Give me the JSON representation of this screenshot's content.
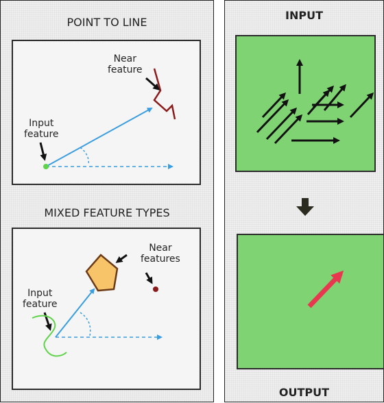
{
  "point_to_line": {
    "title": "POINT TO LINE",
    "near_label_1": "Near",
    "near_label_2": "feature",
    "input_label_1": "Input",
    "input_label_2": "feature"
  },
  "mixed_types": {
    "title": "MIXED FEATURE TYPES",
    "near_label_1": "Near",
    "near_label_2": "features",
    "input_label_1": "Input",
    "input_label_2": "feature"
  },
  "right": {
    "input_title": "INPUT",
    "output_title": "OUTPUT"
  },
  "colors": {
    "line_blue": "#3a9de0",
    "near_line": "#8b1a1a",
    "input_point": "#5fd34a",
    "polygon_fill": "#f7c46a",
    "green_panel": "#7fd372",
    "output_arrow": "#e8384f"
  }
}
